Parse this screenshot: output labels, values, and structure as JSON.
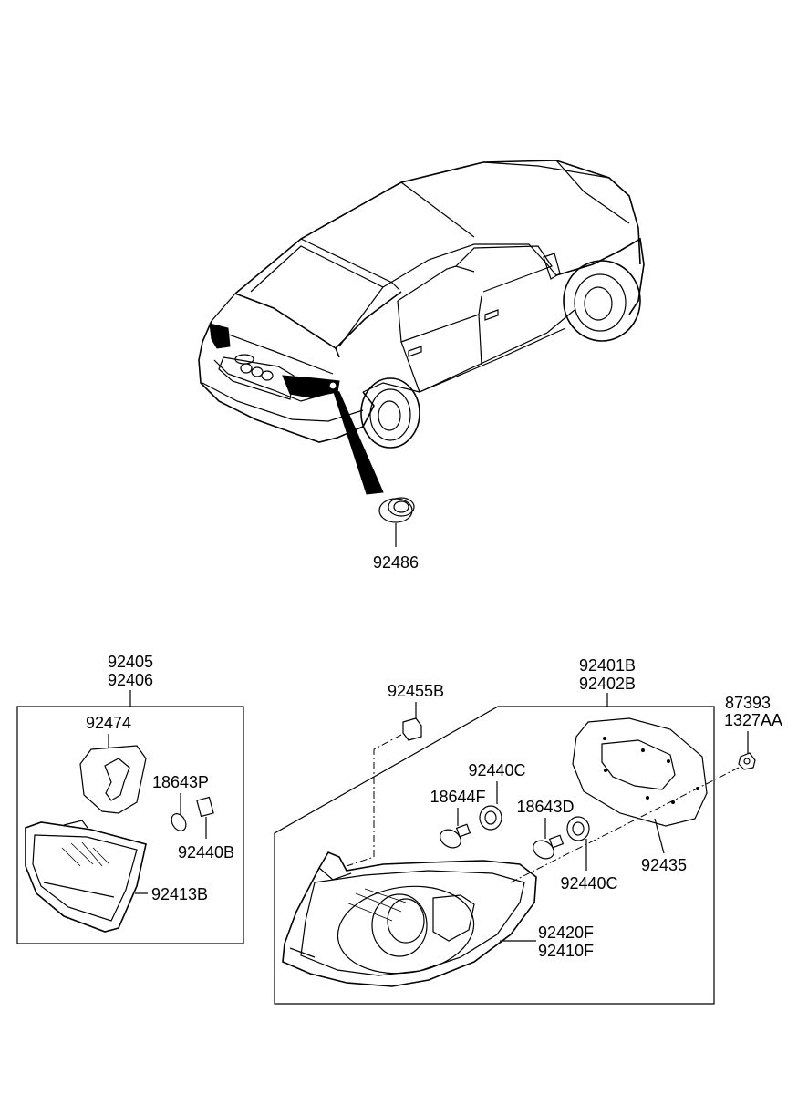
{
  "parts": {
    "grommet": "92486",
    "inner_lamp_assy": [
      "92405",
      "92406"
    ],
    "inner_gasket": "92474",
    "inner_bulb": "18643P",
    "inner_socket": "92440B",
    "inner_lens_housing": "92413B",
    "rear_lamp_assy": [
      "92401B",
      "92402B"
    ],
    "clip": "92455B",
    "socket_1": "92440C",
    "bulb_1": "18644F",
    "bulb_2": "18643D",
    "socket_2": "92440C",
    "rear_gasket": "92435",
    "nut_screw": [
      "87393",
      "1327AA"
    ],
    "lens_housing": [
      "92420F",
      "92410F"
    ]
  }
}
